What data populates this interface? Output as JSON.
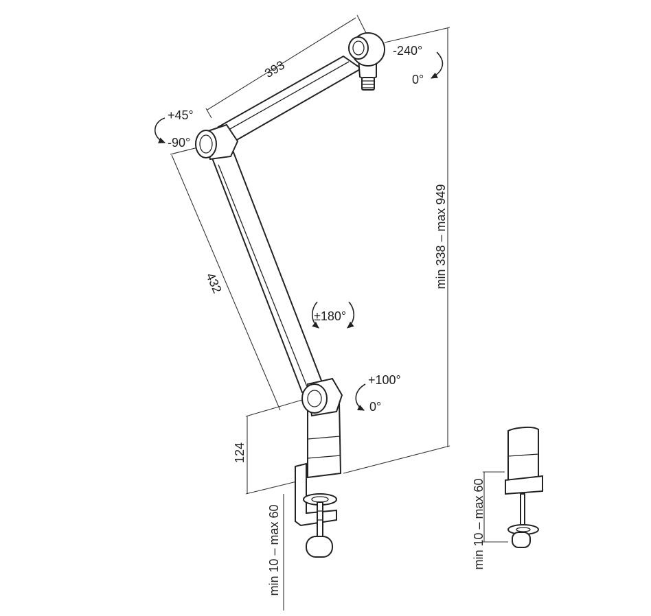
{
  "diagram": {
    "labels": {
      "upper_arm_length": "393",
      "lower_arm_length": "432",
      "base_height": "124",
      "reach_range": "min 338 – max 949",
      "clamp_range_main": "min 10 – max 60",
      "clamp_range_detail": "min 10 – max 60",
      "head_rotation_max": "-240°",
      "head_rotation_min": "0°",
      "elbow_rotation_max": "+45°",
      "elbow_rotation_min": "-90°",
      "arm_rotation": "±180°",
      "base_rotation_max": "+100°",
      "base_rotation_min": "0°"
    }
  }
}
